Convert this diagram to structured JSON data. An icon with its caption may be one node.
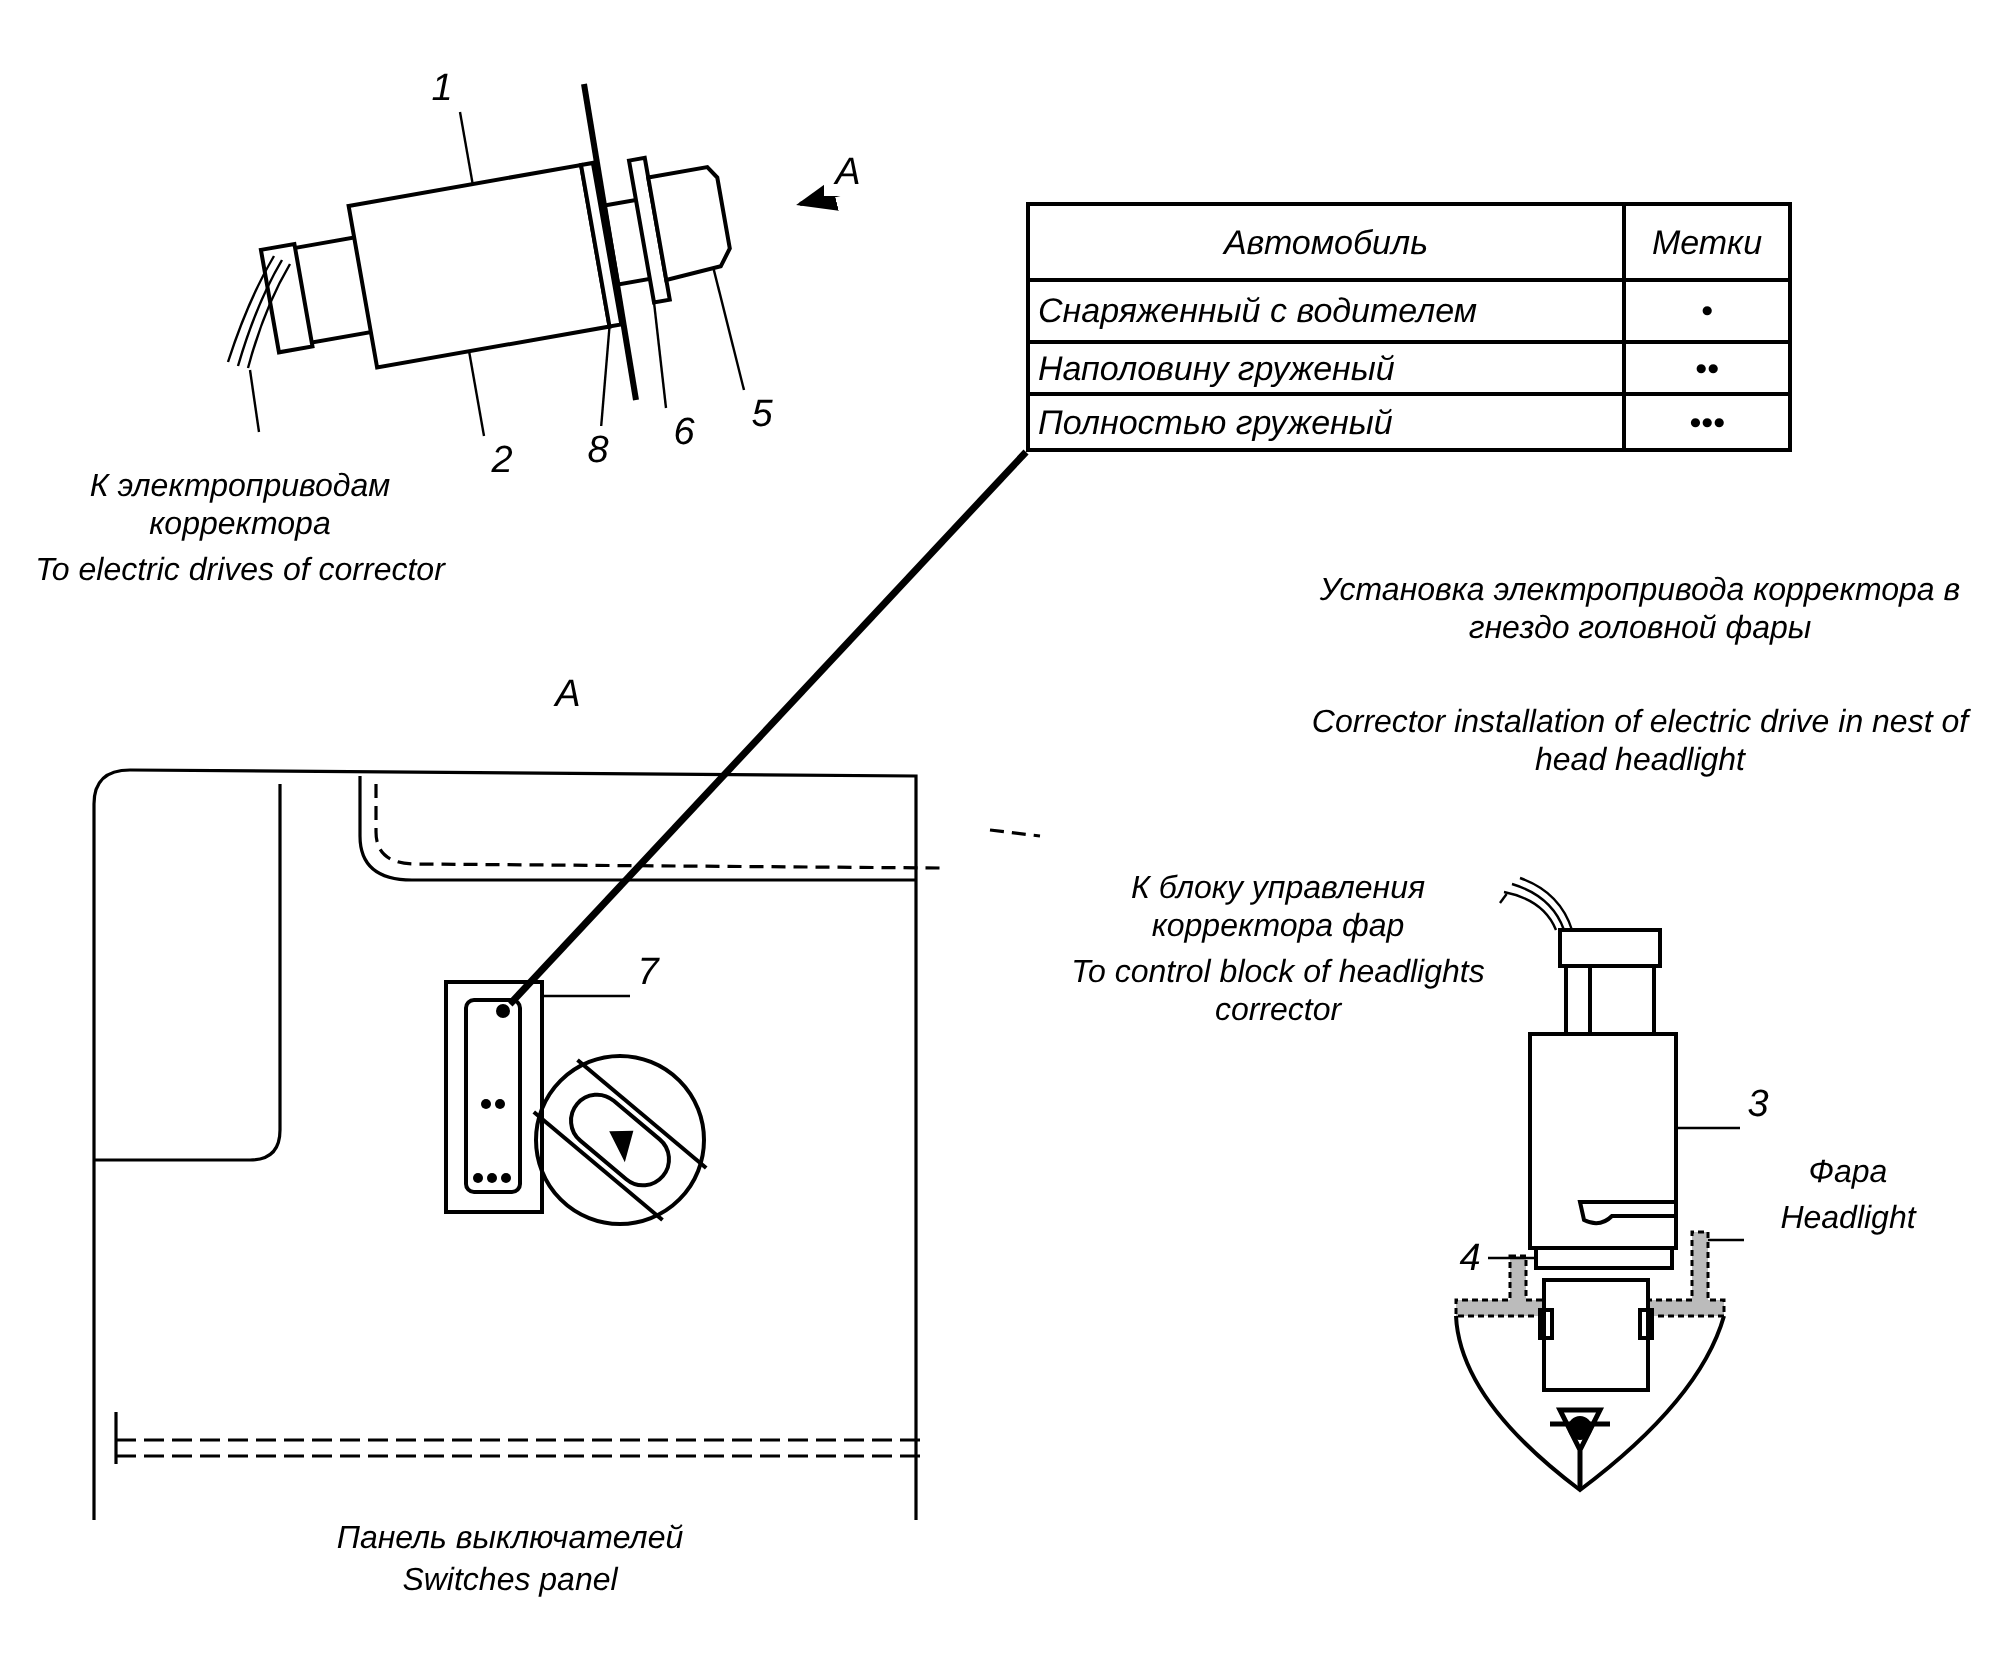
{
  "diagram": {
    "nodes": [
      {
        "text": [
          "1"
        ]
      },
      {
        "text": [
          "Автомобиль",
          "Метки",
          "Снаряженный с водителем",
          "•",
          "Наполовину груженый",
          "••",
          "Полностью груженый",
          "•••"
        ]
      },
      {
        "text": [
          "5"
        ]
      },
      {
        "text": [
          "2"
        ]
      },
      {
        "text": [
          "8"
        ]
      },
      {
        "text": [
          "6"
        ]
      },
      {
        "text": [
          "К электроприводам корректора",
          "To electric drives of corrector"
        ]
      },
      {
        "text": [
          "7"
        ]
      },
      {
        "text": [],
        "shape": "circle",
        "in": 18
      },
      {
        "text": [
          "К блоку управления корректора фар",
          "To control block of headlights corrector"
        ]
      },
      {
        "text": [
          "3"
        ]
      },
      {
        "text": [
          "4"
        ]
      },
      {
        "text": [
          "Фара",
          "Headlight"
        ]
      },
      {
        "text": [],
        "shape": "cylinder"
      },
      {
        "text": [],
        "shape": "bar"
      },
      {
        "text": [],
        "shape": "bar"
      },
      {
        "text": [],
        "shape": "box"
      },
      {
        "text": [],
        "shape": "picture"
      },
      {
        "text": [],
        "shape": "box"
      },
      {
        "text": [],
        "shape": "picture"
      },
      {
        "text": [],
        "shape": "box"
      },
      {
        "text": [],
        "shape": "bar"
      },
      {
        "text": [],
        "shape": "picture"
      }
    ],
    "edges": [
      {
        "from": 0,
        "to": 13,
        "arrow": "none"
      },
      {
        "from": 1,
        "to": 8,
        "arrow": "none",
        "style": "thick"
      },
      {
        "from": 2,
        "to": 16,
        "arrow": "none"
      },
      {
        "from": 3,
        "to": 13,
        "arrow": "none"
      },
      {
        "from": 4,
        "to": 14,
        "arrow": "none"
      },
      {
        "from": 5,
        "to": 15,
        "arrow": "none"
      },
      {
        "from": 6,
        "to": 17,
        "arrow": "none"
      },
      {
        "from": 7,
        "to": 18,
        "arrow": "none"
      },
      {
        "from": 9,
        "to": 19,
        "arrow": "none"
      },
      {
        "from": 10,
        "to": 20,
        "arrow": "none"
      },
      {
        "from": 11,
        "to": 21,
        "arrow": "none"
      },
      {
        "from": 12,
        "to": 22,
        "arrow": "none"
      }
    ],
    "labels": [
      "А",
      "Установка электропривода корректора в гнездо головной фары",
      "Corrector installation of electric drive in nest of head headlight",
      "А",
      "Панель выключателей",
      "Switches panel"
    ]
  }
}
